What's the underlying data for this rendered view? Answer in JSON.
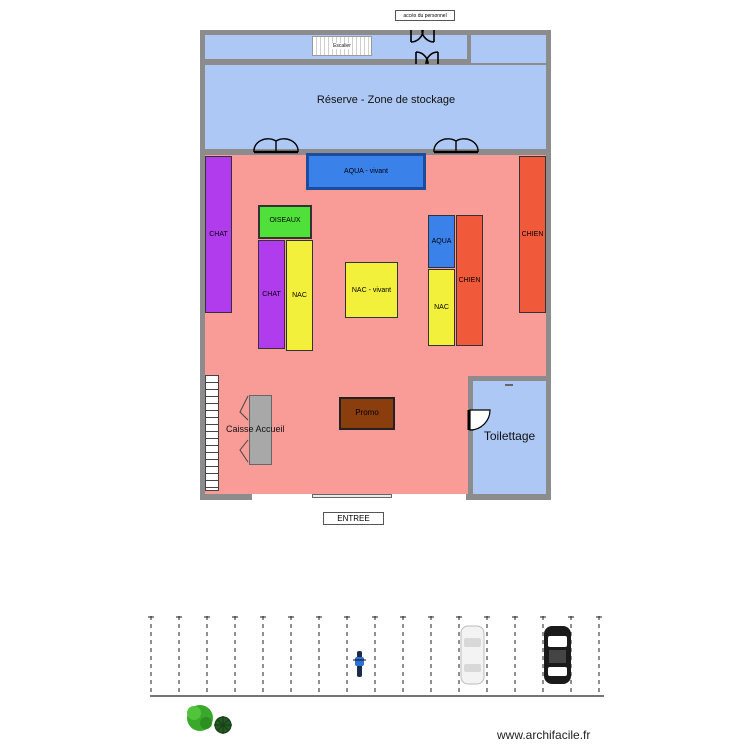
{
  "plan": {
    "staff_access": "accès du personnel",
    "stairs": "Escalier",
    "storage_label": "Réserve - Zone de stockage",
    "entrance": "ENTREE",
    "watermark": "www.archifacile.fr"
  },
  "zones": {
    "aqua_vivant": "AQUA - vivant",
    "chat_wall": "CHAT",
    "chien_wall": "CHIEN",
    "oiseaux": "OISEAUX",
    "chat_island": "CHAT",
    "nac_left": "NAC",
    "nac_vivant": "NAC - vivant",
    "aqua": "AQUA",
    "nac_right": "NAC",
    "chien_island": "CHIEN",
    "promo": "Promo",
    "caisse": "Caisse Accueil",
    "toilettage": "Toilettage"
  },
  "colors": {
    "storage": "#adc8f5",
    "shop_floor": "#f99b96",
    "wall": "#8c8c8c",
    "chat": "#b13ced",
    "chien": "#f05a3a",
    "nac": "#f2f03a",
    "oiseaux": "#4fe03a",
    "aqua": "#3a82ea",
    "promo": "#8a3e0e",
    "caisse": "#a8a8a8"
  }
}
